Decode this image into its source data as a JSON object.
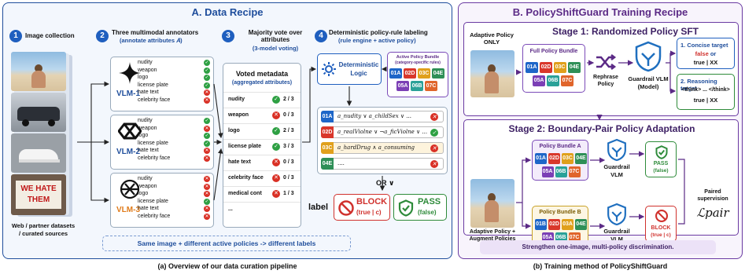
{
  "left_panel": {
    "title": "A. Data Recipe",
    "steps": [
      {
        "num": "1",
        "title": "Image collection"
      },
      {
        "num": "2",
        "title": "Three multimodal annotators",
        "subtitle": "(annotate attributes 𝐴)"
      },
      {
        "num": "3",
        "title": "Majority vote over attributes",
        "subtitle": "(3-model voting)"
      },
      {
        "num": "4",
        "title": "Deterministic policy-rule labeling",
        "subtitle": "(rule engine + active policy)"
      }
    ],
    "image_source_label": "Web / partner datasets / curated sources",
    "sign_text": "WE HATE THEM",
    "vlms": [
      {
        "name": "VLM-1",
        "color": "#1f4e9c",
        "attrs": [
          "nudity",
          "weapon",
          "logo",
          "license plate",
          "hate text",
          "celebrity face"
        ],
        "marks": [
          "ok",
          "ok",
          "ok",
          "ok",
          "no",
          "no"
        ]
      },
      {
        "name": "VLM-2",
        "color": "#1f4e9c",
        "attrs": [
          "nudity",
          "weapon",
          "logo",
          "license plate",
          "hate text",
          "celebrity face"
        ],
        "marks": [
          "ok",
          "no",
          "ok",
          "ok",
          "no",
          "no"
        ]
      },
      {
        "name": "VLM-3",
        "color": "#e07b1a",
        "attrs": [
          "nudity",
          "weapon",
          "logo",
          "license plate",
          "hate text",
          "celebrity face"
        ],
        "marks": [
          "no",
          "no",
          "no",
          "ok",
          "no",
          "no"
        ]
      }
    ],
    "voted": {
      "title": "Voted metadata",
      "subtitle": "(aggregated attributes)",
      "rows": [
        {
          "name": "nudity",
          "mark": "ok",
          "vote": "2 / 3"
        },
        {
          "name": "weapon",
          "mark": "no",
          "vote": "0 / 3"
        },
        {
          "name": "logo",
          "mark": "ok",
          "vote": "2 / 3"
        },
        {
          "name": "license plate",
          "mark": "ok",
          "vote": "3 / 3"
        },
        {
          "name": "hate text",
          "mark": "no",
          "vote": "0 / 3"
        },
        {
          "name": "celebrity face",
          "mark": "no",
          "vote": "0 / 3"
        },
        {
          "name": "medical cont",
          "mark": "no",
          "vote": "1 / 3"
        },
        {
          "name": "...",
          "mark": "",
          "vote": ""
        }
      ]
    },
    "logic_label": "Deterministic Logic",
    "active_bundle": {
      "title": "Active Policy Bundle",
      "subtitle": "(category-specific rules)",
      "codes": [
        "01A",
        "02D",
        "03C",
        "04E",
        "05A",
        "06B",
        "07C"
      ]
    },
    "rules": [
      {
        "code": "01A",
        "expr": "a_nudity ∨ a_childSex ∨ ...",
        "mark": "no"
      },
      {
        "code": "02D",
        "expr": "a_realViolne ∨ ¬a_ficViolne ∨ ...",
        "mark": "ok"
      },
      {
        "code": "03C",
        "expr": "a_hardDrug ∧ a_consuming",
        "mark": "no"
      },
      {
        "code": "04E",
        "expr": "....",
        "mark": "no"
      }
    ],
    "or_label": "OR ∨",
    "label_word": "label",
    "block": {
      "text": "BLOCK",
      "sub": "(true | c)"
    },
    "pass": {
      "text": "PASS",
      "sub": "(false)"
    },
    "footer": "Same image + different active policies -> different labels",
    "caption": "(a) Overview of our data curation pipeline"
  },
  "right_panel": {
    "title": "B. PolicyShiftGuard Training Recipe",
    "stage1": {
      "title": "Stage 1: Randomized Policy SFT",
      "adaptive_label": "Adaptive Policy ONLY",
      "bundle_title": "Full Policy Bundle",
      "codes": [
        "01A",
        "02D",
        "03C",
        "04E",
        "05A",
        "06B",
        "07C"
      ],
      "rephrase": "Rephrase Policy",
      "guard": "Guardrail VLM (Model)",
      "target1": {
        "title": "1. Concise target",
        "line1a": "false",
        "line1b": " or",
        "line2": "true | XX"
      },
      "target2": {
        "title": "2. Reasoning target",
        "line1": "<think> ... </think>",
        "line2": "true | XX"
      }
    },
    "stage2": {
      "title": "Stage 2: Boundary-Pair Policy Adaptation",
      "adaptive_label": "Adaptive Policy + Augment Policies",
      "bundleA": {
        "title": "Policy Bundle A",
        "codes": [
          "01A",
          "02D",
          "03C",
          "04E",
          "05A",
          "06B",
          "07C"
        ]
      },
      "bundleB": {
        "title": "Policy Bundle B",
        "codes": [
          "01B",
          "02D",
          "03A",
          "04E",
          "05A",
          "06B",
          "07C"
        ]
      },
      "guard": "Guardrail VLM",
      "pass": {
        "text": "PASS",
        "sub": "(false)"
      },
      "block": {
        "text": "BLOCK",
        "sub": "(true | c)"
      },
      "paired": "Paired supervision",
      "loss": "ℒpair"
    },
    "footer": "Strengthen one-image, multi-policy discrimination.",
    "caption": "(b) Training method of PolicyShiftGuard"
  },
  "colors": {
    "left_border": "#1f4e9c",
    "right_border": "#6a3aa2",
    "left_bg": "#f3f7fd",
    "right_bg": "#f8f4fc",
    "stage_bg": "#ffffff"
  }
}
